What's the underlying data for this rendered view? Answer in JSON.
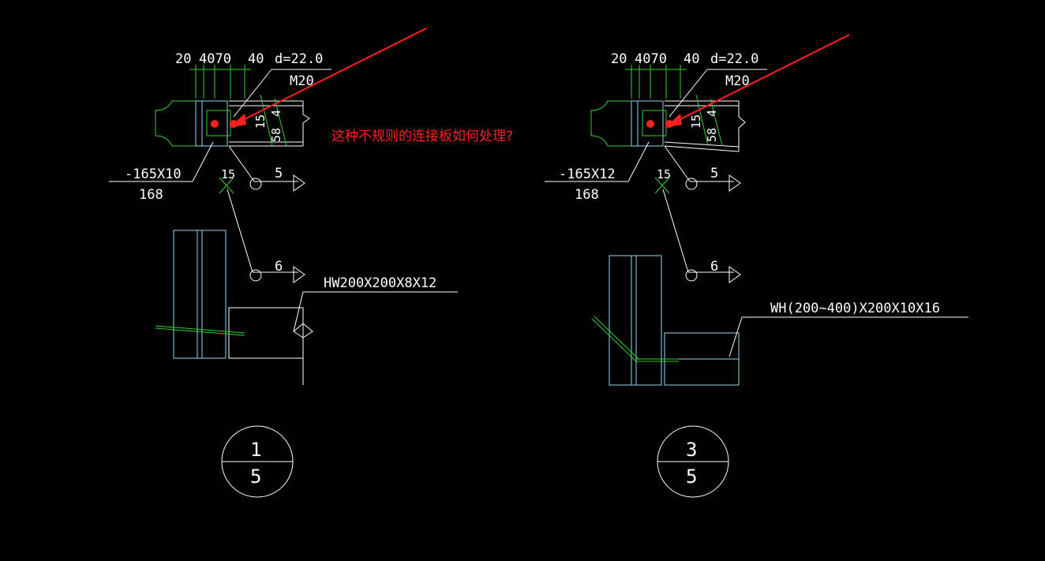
{
  "annotation": {
    "question": "这种不规则的连接板如何处理?"
  },
  "details": [
    {
      "dims": [
        "20",
        "4070",
        "40"
      ],
      "bolt_spec": "d=22.0",
      "bolt_grade": "M20",
      "plate_spec": "-165X10",
      "plate_length": "168",
      "weld_size": "5",
      "weld_size_2": "6",
      "fillet": "15",
      "section_label": "HW200X200X8X12",
      "symbol_top": "1",
      "symbol_bottom": "5"
    },
    {
      "dims": [
        "20",
        "4070",
        "40"
      ],
      "bolt_spec": "d=22.0",
      "bolt_grade": "M20",
      "plate_spec": "-165X12",
      "plate_length": "168",
      "weld_size": "5",
      "weld_size_2": "6",
      "fillet": "15",
      "section_label": "WH(200~400)X200X10X16",
      "symbol_top": "3",
      "symbol_bottom": "5"
    }
  ],
  "colors": {
    "background": "#000000",
    "line": "#ffffff",
    "green": "#2fd12f",
    "cyan": "#8fd7f0",
    "red": "#ff2020"
  }
}
